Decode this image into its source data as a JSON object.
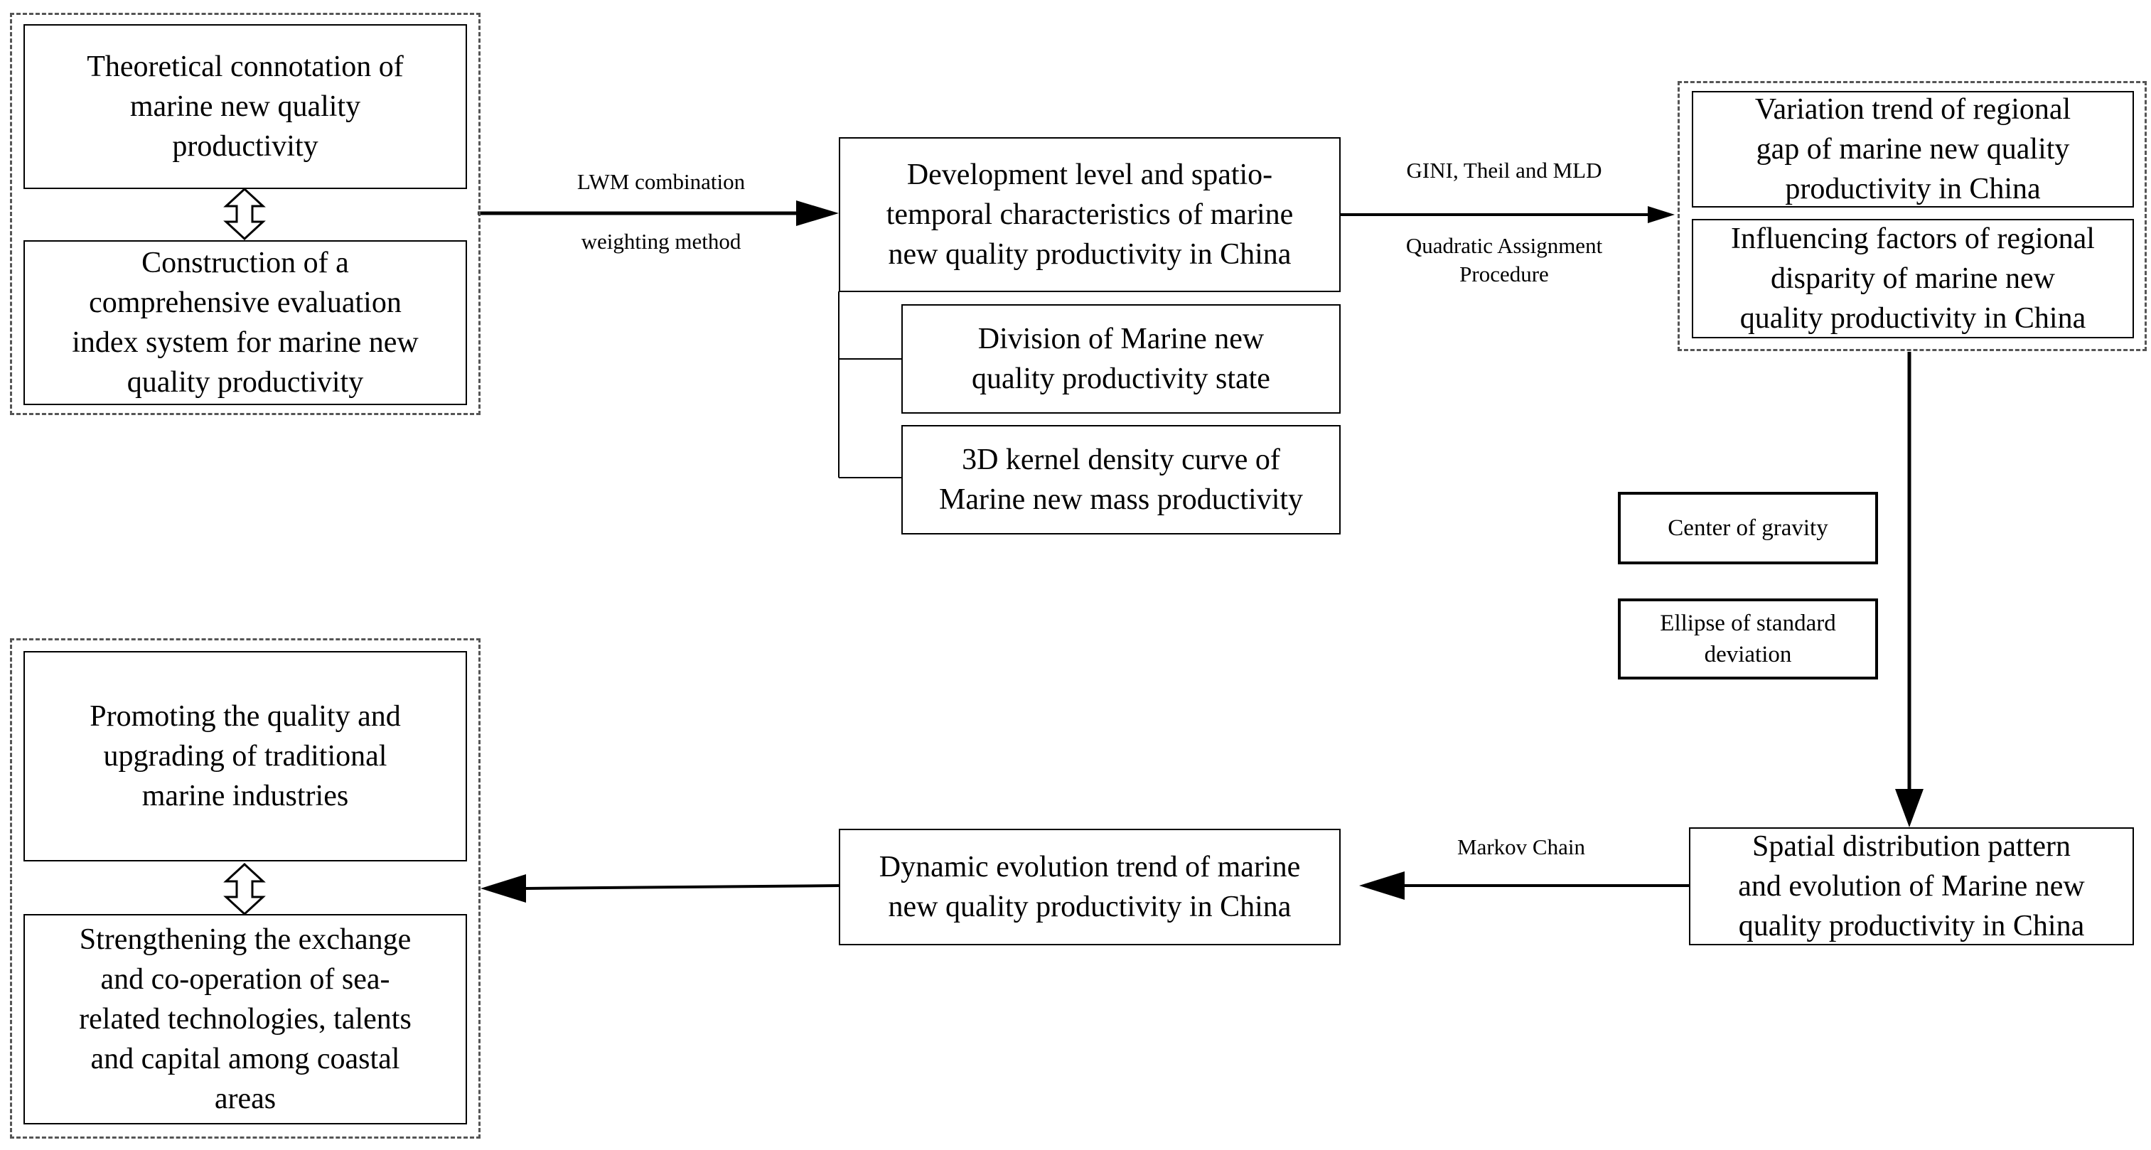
{
  "boxes": {
    "theory": "Theoretical connotation of\nmarine new quality\nproductivity",
    "index_system": "Construction of a\ncomprehensive evaluation\nindex system for marine new\nquality productivity",
    "development_level": "Development level and spatio-\ntemporal characteristics of marine\nnew quality productivity in China",
    "division_state": "Division of Marine new\nquality productivity state",
    "kernel_density": "3D kernel density curve of\nMarine new mass productivity",
    "regional_gap": "Variation trend of regional\ngap of marine new quality\nproductivity in China",
    "influencing_factors": "Influencing factors of regional\ndisparity of marine new\nquality productivity in China",
    "center_gravity": "Center of gravity",
    "ellipse_sd": "Ellipse of standard\ndeviation",
    "spatial_pattern": "Spatial distribution pattern\nand evolution of Marine new\nquality productivity in China",
    "dynamic_evolution": "Dynamic evolution trend of marine\nnew quality productivity in China",
    "promoting_quality": "Promoting the quality and\nupgrading of traditional\nmarine industries",
    "strengthening_exchange": "Strengthening the exchange\nand co-operation of sea-\nrelated technologies, talents\nand capital among coastal\nareas"
  },
  "labels": {
    "lwm_line1": "LWM combination",
    "lwm_line2": "weighting method",
    "gini": "GINI, Theil and MLD",
    "qap": "Quadratic Assignment\nProcedure",
    "markov": "Markov Chain"
  }
}
